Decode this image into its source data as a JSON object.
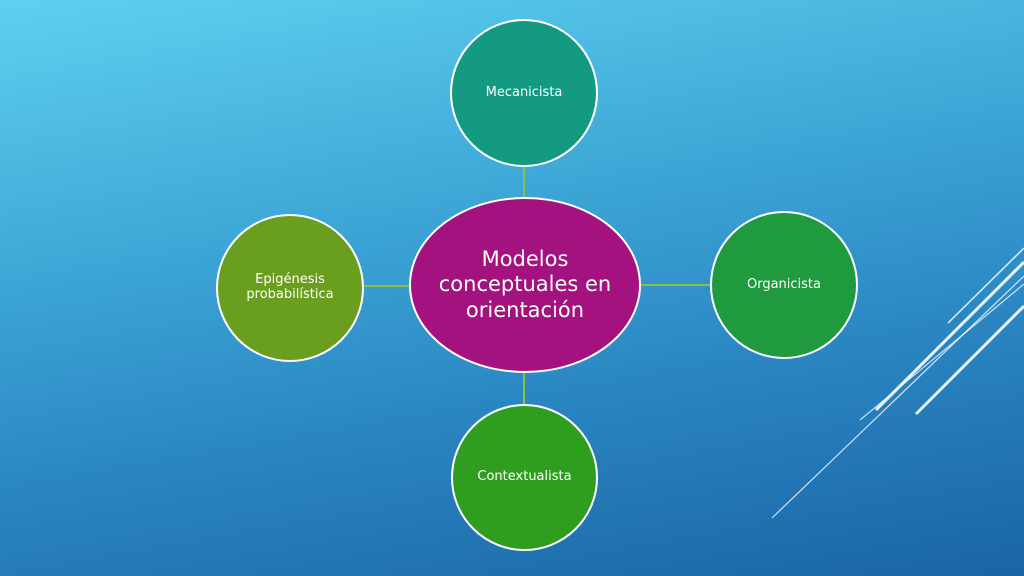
{
  "diagram": {
    "center": {
      "label": "Modelos conceptuales en orientación",
      "color": "#a3127f"
    },
    "nodes": [
      {
        "id": "top",
        "label": "Mecanicista",
        "color": "#139a80"
      },
      {
        "id": "right",
        "label": "Organicista",
        "color": "#1f9a3e"
      },
      {
        "id": "bottom",
        "label": "Contextualista",
        "color": "#2f9e1f"
      },
      {
        "id": "left",
        "label": "Epigénesis probabilística",
        "color": "#6a9e1f"
      }
    ],
    "connector_color": "#8bbf45"
  }
}
